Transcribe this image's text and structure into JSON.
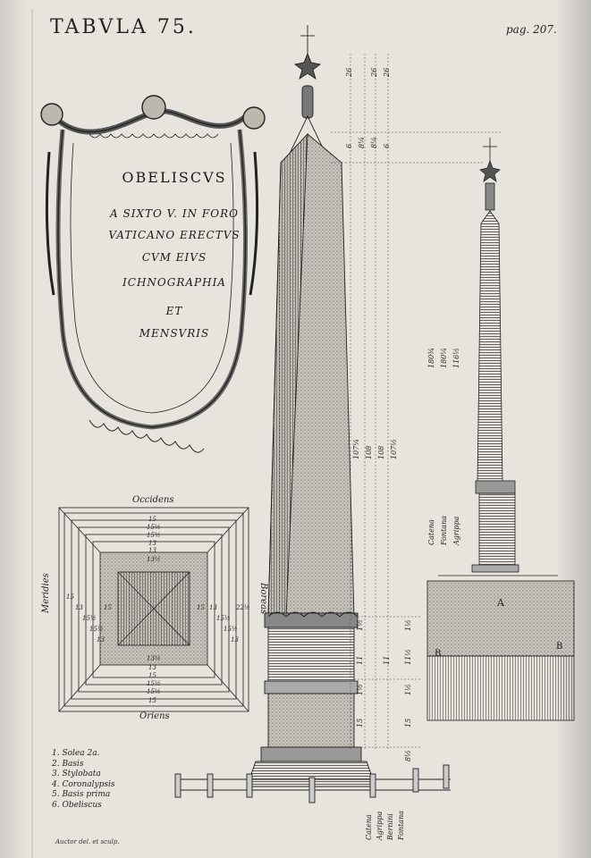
{
  "header": {
    "title": "TABVLA 75.",
    "page": "pag. 207."
  },
  "cartouche": {
    "heading": "OBELISCVS",
    "lines": [
      "A SIXTO V. IN FORO",
      "VATICANO ERECTVS",
      "CVM EIVS",
      "ICHNOGRAPHIA",
      "ET",
      "MENSVRIS"
    ]
  },
  "plan": {
    "top": "Occidens",
    "bottom": "Oriens",
    "left": "Meridies",
    "right": "Boreas",
    "top_numbers": [
      "15",
      "15½",
      "15½",
      "13",
      "13",
      "13½"
    ],
    "bottom_numbers": [
      "13½",
      "13",
      "15",
      "15½",
      "15½",
      "15"
    ],
    "left_numbers": [
      "15",
      "13",
      "15½",
      "15½",
      "13",
      "15"
    ],
    "right_numbers": [
      "15",
      "13",
      "15½",
      "15½",
      "13",
      "22½"
    ]
  },
  "legend": [
    "1. Solea 2a.",
    "2. Basis",
    "3. Stylobata",
    "4. Coronalypsis",
    "5. Basis prima",
    "6. Obeliscus"
  ],
  "signature": "Auctor del. et sculp.",
  "main_measures": {
    "top_column": [
      "26",
      "26",
      "26"
    ],
    "upper": [
      "6",
      "8¼",
      "8¼",
      "6"
    ],
    "middle": [
      "107¼",
      "108",
      "108",
      "107½"
    ],
    "lower": [
      "1½",
      "1½",
      "11",
      "11",
      "11½",
      "1½",
      "1½",
      "15",
      "15",
      "8½"
    ],
    "bottom_labels": [
      "Catena",
      "Agrippa",
      "Bernini",
      "Fontana"
    ]
  },
  "small_obelisk": {
    "measures": [
      "180¾",
      "180¼",
      "116½"
    ],
    "labels": [
      "Catena",
      "Fontana",
      "Agrippa"
    ],
    "base_label": "A",
    "side_left": "B",
    "side_right": "B"
  }
}
